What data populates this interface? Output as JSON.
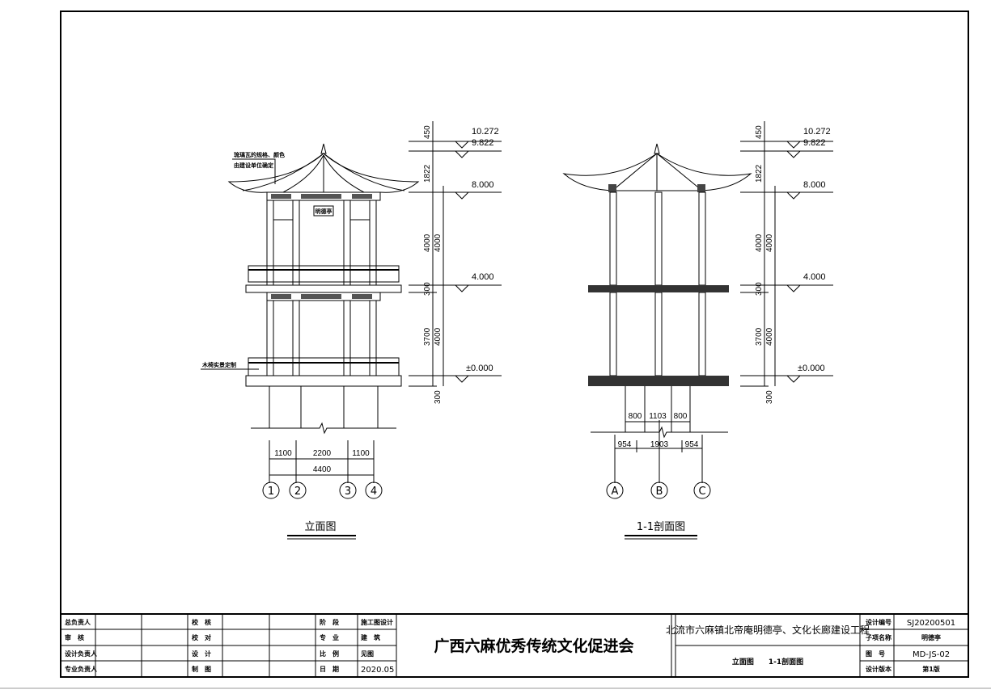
{
  "drawing": {
    "elevation": {
      "title": "立面图",
      "roof_note_line1": "琉璃瓦的规格、颜色",
      "roof_note_line2": "由建设单位确定",
      "plaque": "明德亭",
      "bench_note": "木椅实景定制",
      "dims_h": [
        "1100",
        "2200",
        "1100"
      ],
      "dim_total": "4400",
      "axes": [
        "1",
        "2",
        "3",
        "4"
      ]
    },
    "section": {
      "title": "1-1剖面图",
      "dims_top": [
        "800",
        "1103",
        "800"
      ],
      "dims_bottom": [
        "954",
        "1903",
        "954"
      ],
      "axes": [
        "A",
        "B",
        "C"
      ]
    },
    "levels": [
      "10.272",
      "9.822",
      "8.000",
      "4.000",
      "±0.000"
    ],
    "dims_v": [
      "450",
      "1822",
      "4000",
      "4000",
      "300",
      "3700",
      "4000",
      "300"
    ]
  },
  "title_block": {
    "left_labels": [
      "总负责人",
      "审　核",
      "设计负责人",
      "专业负责人"
    ],
    "mid_labels": [
      "校　核",
      "校　对",
      "设　计",
      "制　图"
    ],
    "stage_labels": [
      "阶　段",
      "专　业",
      "比　例",
      "日　期"
    ],
    "stage_values": [
      "施工图设计",
      "建　筑",
      "见图",
      "2020.05"
    ],
    "company": "广西六麻优秀传统文化促进会",
    "project": "北流市六麻镇北帝庵明德亭、文化长廊建设工程",
    "sheet_name": "立面图　　1-1剖面图",
    "right_labels": [
      "设计编号",
      "子项名称",
      "图　号",
      "设计版本"
    ],
    "right_values": [
      "SJ20200501",
      "明德亭",
      "MD-JS-02",
      "第1版"
    ]
  }
}
